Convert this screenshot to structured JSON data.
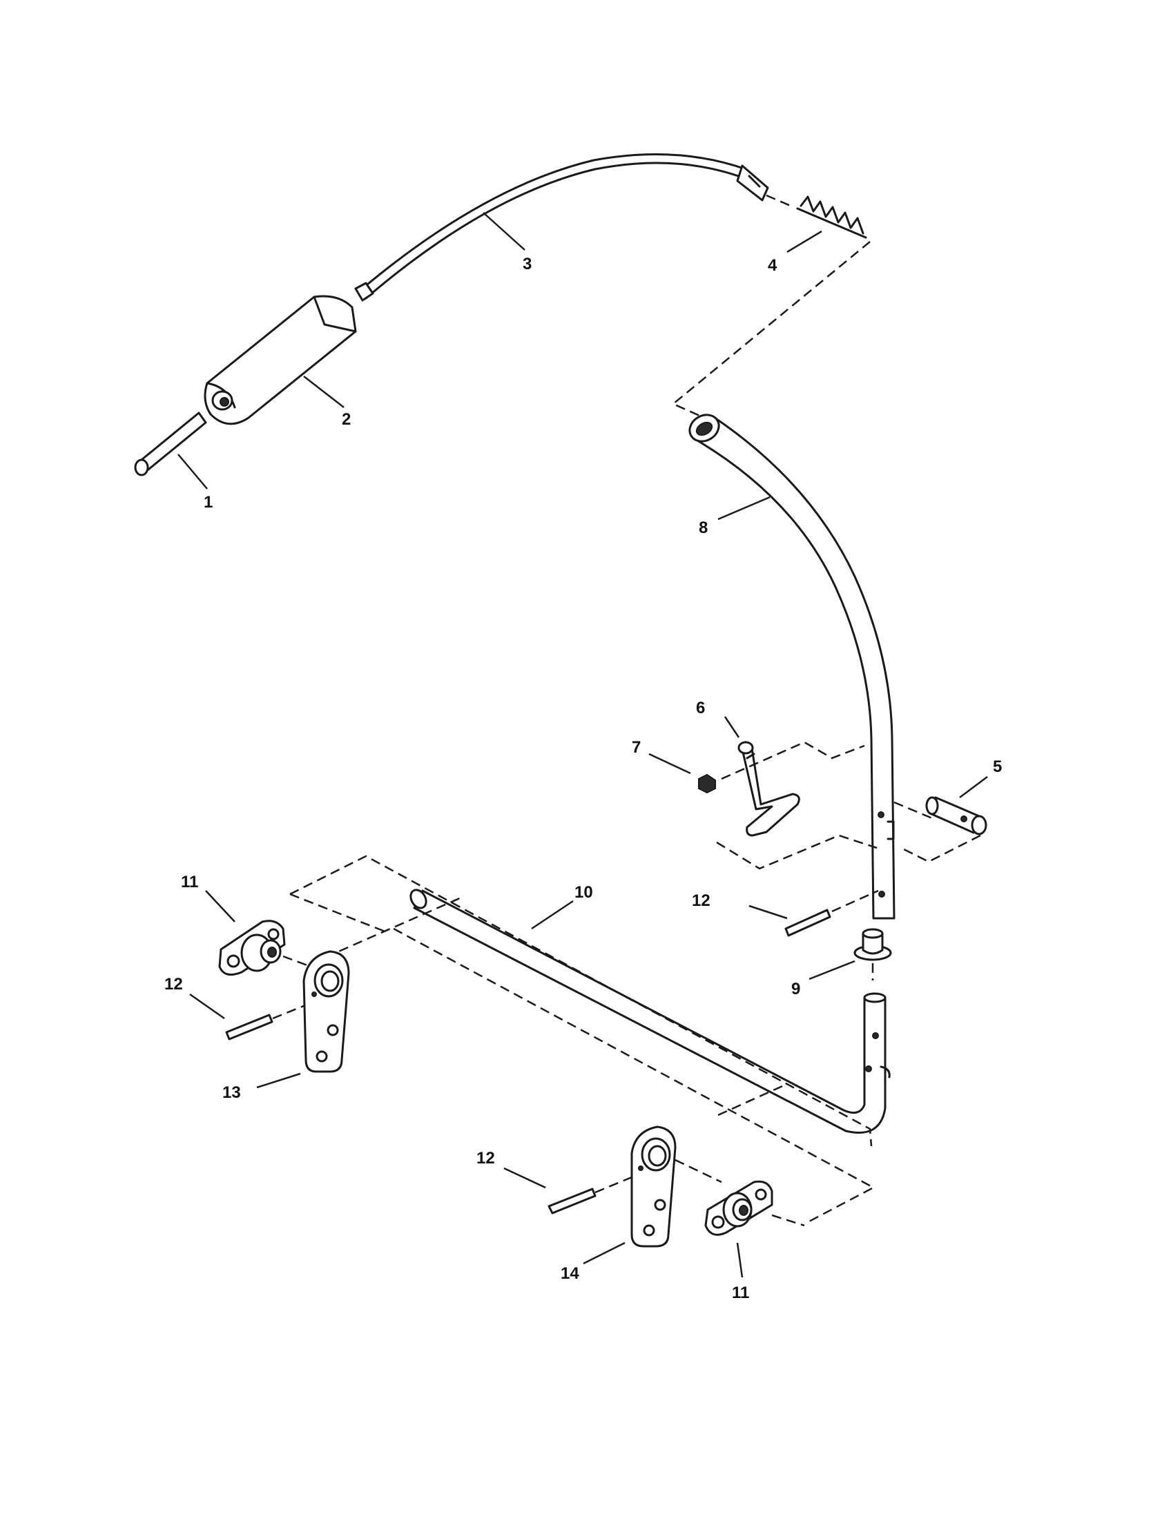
{
  "callouts": {
    "c1": "1",
    "c2": "2",
    "c3": "3",
    "c4": "4",
    "c5": "5",
    "c6": "6",
    "c7": "7",
    "c8": "8",
    "c9": "9",
    "c10": "10",
    "c11a": "11",
    "c11b": "11",
    "c12a": "12",
    "c12b": "12",
    "c12c": "12",
    "c13": "13",
    "c14": "14"
  },
  "colors": {
    "ink": "#1a1a1a",
    "paper": "#ffffff"
  }
}
